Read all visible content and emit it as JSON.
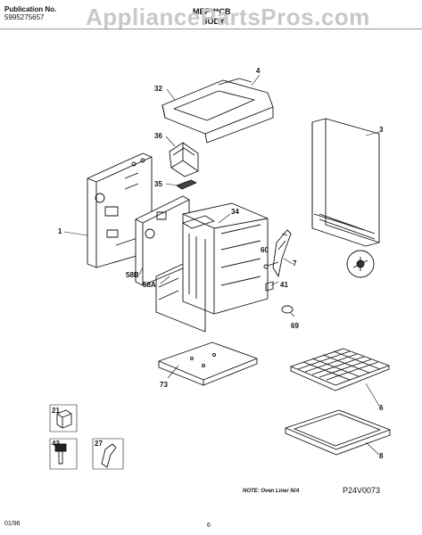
{
  "header": {
    "publication_label": "Publication No.",
    "publication_number": "5995275657",
    "model": "MEF***CB",
    "section": "BODY",
    "watermark": "AppliancePartsPros.com"
  },
  "parts": [
    {
      "ref": "1"
    },
    {
      "ref": "3"
    },
    {
      "ref": "4"
    },
    {
      "ref": "6"
    },
    {
      "ref": "7"
    },
    {
      "ref": "8"
    },
    {
      "ref": "21"
    },
    {
      "ref": "27"
    },
    {
      "ref": "32"
    },
    {
      "ref": "34"
    },
    {
      "ref": "35"
    },
    {
      "ref": "36"
    },
    {
      "ref": "41"
    },
    {
      "ref": "43"
    },
    {
      "ref": "58A"
    },
    {
      "ref": "58B"
    },
    {
      "ref": "60"
    },
    {
      "ref": "69"
    },
    {
      "ref": "73"
    }
  ],
  "footer": {
    "note": "NOTE: Oven Liner N/A",
    "drawing_code": "P24V0073",
    "date": "01/96",
    "page": "6"
  }
}
